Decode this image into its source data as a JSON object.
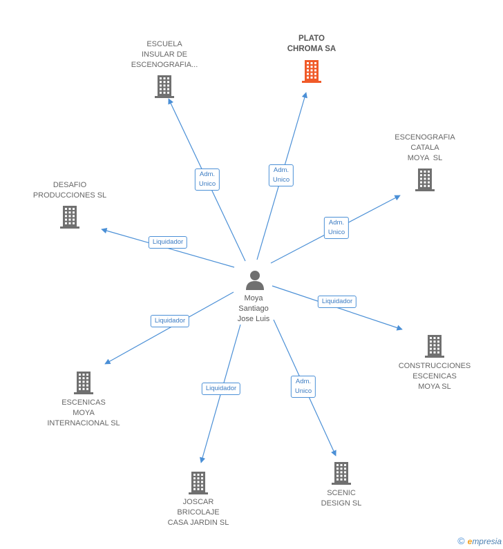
{
  "center": {
    "name": "Moya\nSantiago\nJose Luis",
    "icon": "person-icon"
  },
  "nodes": [
    {
      "id": "escuela",
      "label": "ESCUELA\nINSULAR DE\nESCENOGRAFIA...",
      "highlight": false
    },
    {
      "id": "plato",
      "label": "PLATO\nCHROMA SA",
      "highlight": true
    },
    {
      "id": "catala",
      "label": "ESCENOGRAFIA\nCATALA\nMOYA  SL",
      "highlight": false
    },
    {
      "id": "desafio",
      "label": "DESAFIO\nPRODUCCIONES SL",
      "highlight": false
    },
    {
      "id": "construcciones",
      "label": "CONSTRUCCIONES\nESCENICAS\nMOYA SL",
      "highlight": false
    },
    {
      "id": "escenicas",
      "label": "ESCENICAS\nMOYA\nINTERNACIONAL SL",
      "highlight": false
    },
    {
      "id": "joscar",
      "label": "JOSCAR\nBRICOLAJE\nCASA JARDIN SL",
      "highlight": false
    },
    {
      "id": "scenic",
      "label": "SCENIC\nDESIGN SL",
      "highlight": false
    }
  ],
  "edges": [
    {
      "to": "escuela",
      "label": "Adm.\nUnico"
    },
    {
      "to": "plato",
      "label": "Adm.\nUnico"
    },
    {
      "to": "catala",
      "label": "Adm.\nUnico"
    },
    {
      "to": "desafio",
      "label": "Liquidador"
    },
    {
      "to": "construcciones",
      "label": "Liquidador"
    },
    {
      "to": "escenicas",
      "label": "Liquidador"
    },
    {
      "to": "joscar",
      "label": "Liquidador"
    },
    {
      "to": "scenic",
      "label": "Adm.\nUnico"
    }
  ],
  "colors": {
    "edge": "#4a8fd6",
    "building": "#707070",
    "building_highlight": "#f05a28"
  },
  "watermark": {
    "copyright": "©",
    "brand_initial": "e",
    "brand_rest": "mpresia"
  }
}
